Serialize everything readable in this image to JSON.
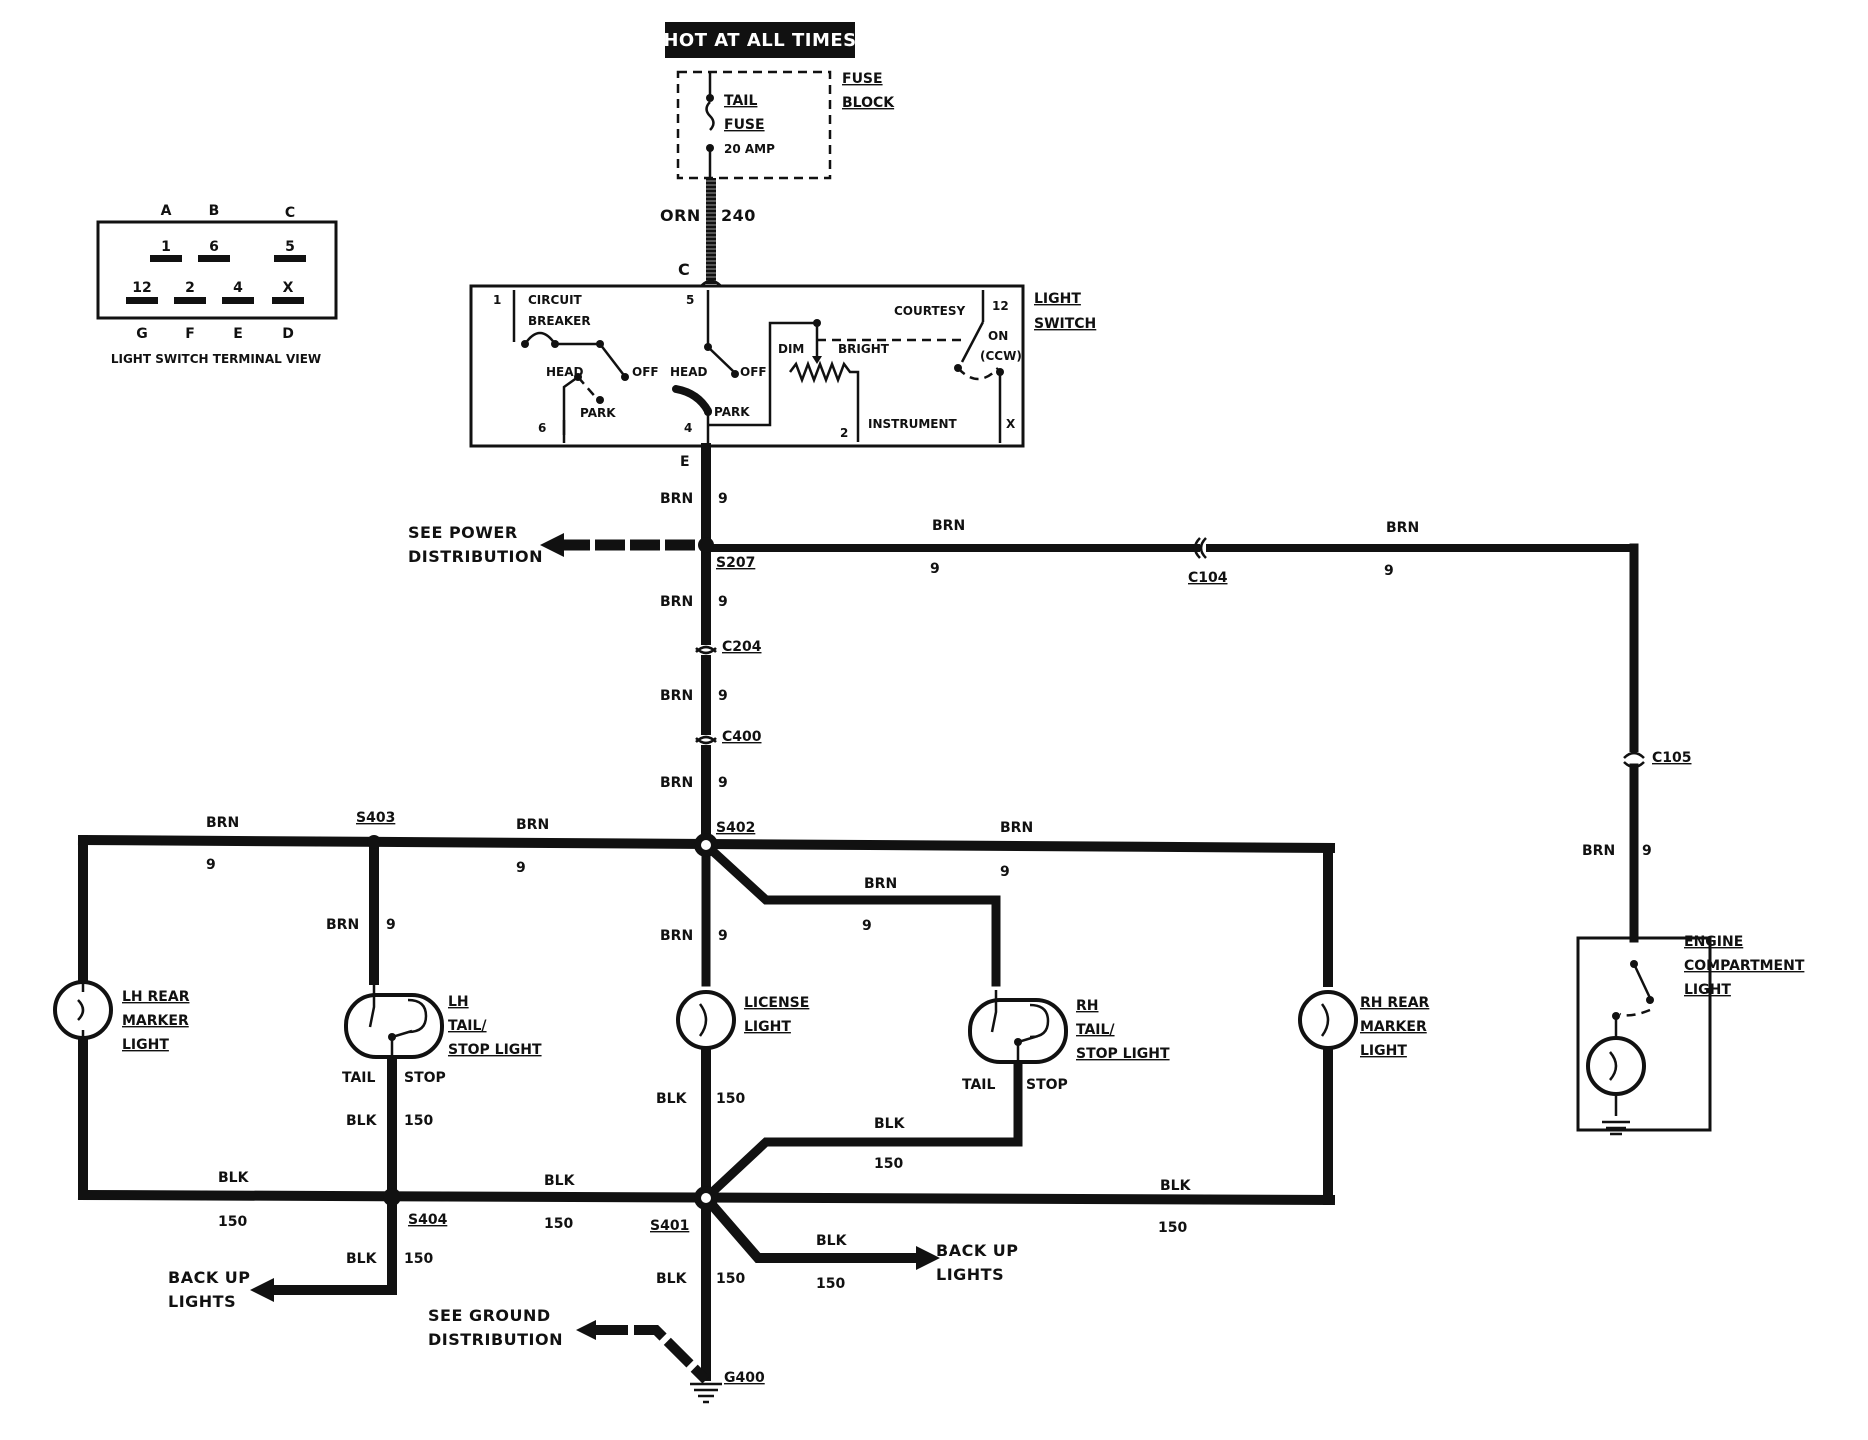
{
  "header": {
    "hot_label": "HOT AT ALL TIMES"
  },
  "fuse_block": {
    "fuse_line1": "TAIL",
    "fuse_line2": "FUSE",
    "fuse_rating": "20 AMP",
    "block_line1": "FUSE",
    "block_line2": "BLOCK"
  },
  "feed_wire": {
    "color": "ORN",
    "circuit": "240",
    "terminal": "C"
  },
  "terminal_view": {
    "top_letters": [
      "A",
      "B",
      "C"
    ],
    "top_numbers": [
      "1",
      "6",
      "5"
    ],
    "bottom_numbers": [
      "12",
      "2",
      "4",
      "X"
    ],
    "bottom_letters": [
      "G",
      "F",
      "E",
      "D"
    ],
    "caption": "LIGHT SWITCH TERMINAL VIEW"
  },
  "light_switch": {
    "name_line1": "LIGHT",
    "name_line2": "SWITCH",
    "circuit_line1": "CIRCUIT",
    "circuit_line2": "BREAKER",
    "head": "HEAD",
    "off": "OFF",
    "park": "PARK",
    "dim": "DIM",
    "bright": "BRIGHT",
    "courtesy": "COURTESY",
    "on": "ON",
    "ccw": "(CCW)",
    "instrument": "INSTRUMENT",
    "pins": {
      "p1": "1",
      "p5": "5",
      "p12": "12",
      "p6": "6",
      "p4": "4",
      "p2": "2",
      "px": "X"
    },
    "output_terminal": "E"
  },
  "wires": {
    "brn": "BRN",
    "blk": "BLK",
    "brn_circuit": "9",
    "blk_circuit": "150"
  },
  "power_dist": {
    "line1": "SEE POWER",
    "line2": "DISTRIBUTION"
  },
  "ground_dist": {
    "line1": "SEE GROUND",
    "line2": "DISTRIBUTION"
  },
  "splices": {
    "s207": "S207",
    "s402": "S402",
    "s403": "S403",
    "s404": "S404",
    "s401": "S401"
  },
  "connectors": {
    "c104": "C104",
    "c105": "C105",
    "c204": "C204",
    "c400": "C400"
  },
  "ground": {
    "g400": "G400"
  },
  "lamps": {
    "lh_marker": [
      "LH REAR",
      "MARKER",
      "LIGHT"
    ],
    "lh_tail": [
      "LH",
      "TAIL/",
      "STOP LIGHT"
    ],
    "license": [
      "LICENSE",
      "LIGHT"
    ],
    "rh_tail": [
      "RH",
      "TAIL/",
      "STOP LIGHT"
    ],
    "rh_marker": [
      "RH REAR",
      "MARKER",
      "LIGHT"
    ],
    "engine": [
      "ENGINE",
      "COMPARTMENT",
      "LIGHT"
    ]
  },
  "filament_labels": {
    "tail": "TAIL",
    "stop": "STOP"
  },
  "backup": {
    "line1": "BACK UP",
    "line2": "LIGHTS"
  },
  "colors": {
    "ink": "#111111",
    "paper": "#ffffff"
  }
}
